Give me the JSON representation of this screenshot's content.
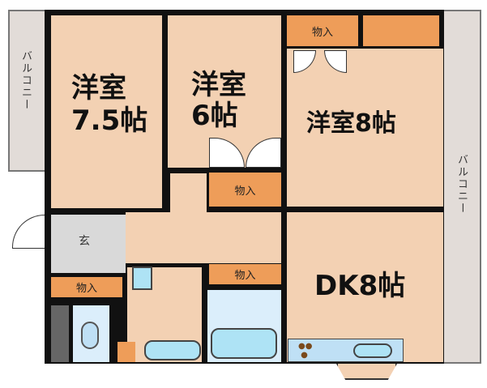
{
  "balcony_left": "バルコニー",
  "balcony_right": "バルコニー",
  "rooms": {
    "western_75": {
      "line1": "洋室",
      "line2": "7.5帖"
    },
    "western_6": {
      "line1": "洋室",
      "line2": "6帖"
    },
    "western_8": "洋室8帖",
    "dk": "DK8帖",
    "entrance": "玄"
  },
  "closets": {
    "top_right": "物入",
    "room6": "物入",
    "hall": "物入",
    "entrance": "物入"
  },
  "colors": {
    "room": "#f3d1b3",
    "closet": "#ee9d59",
    "entrance": "#d9d9d9",
    "water": "#aee3f5"
  }
}
